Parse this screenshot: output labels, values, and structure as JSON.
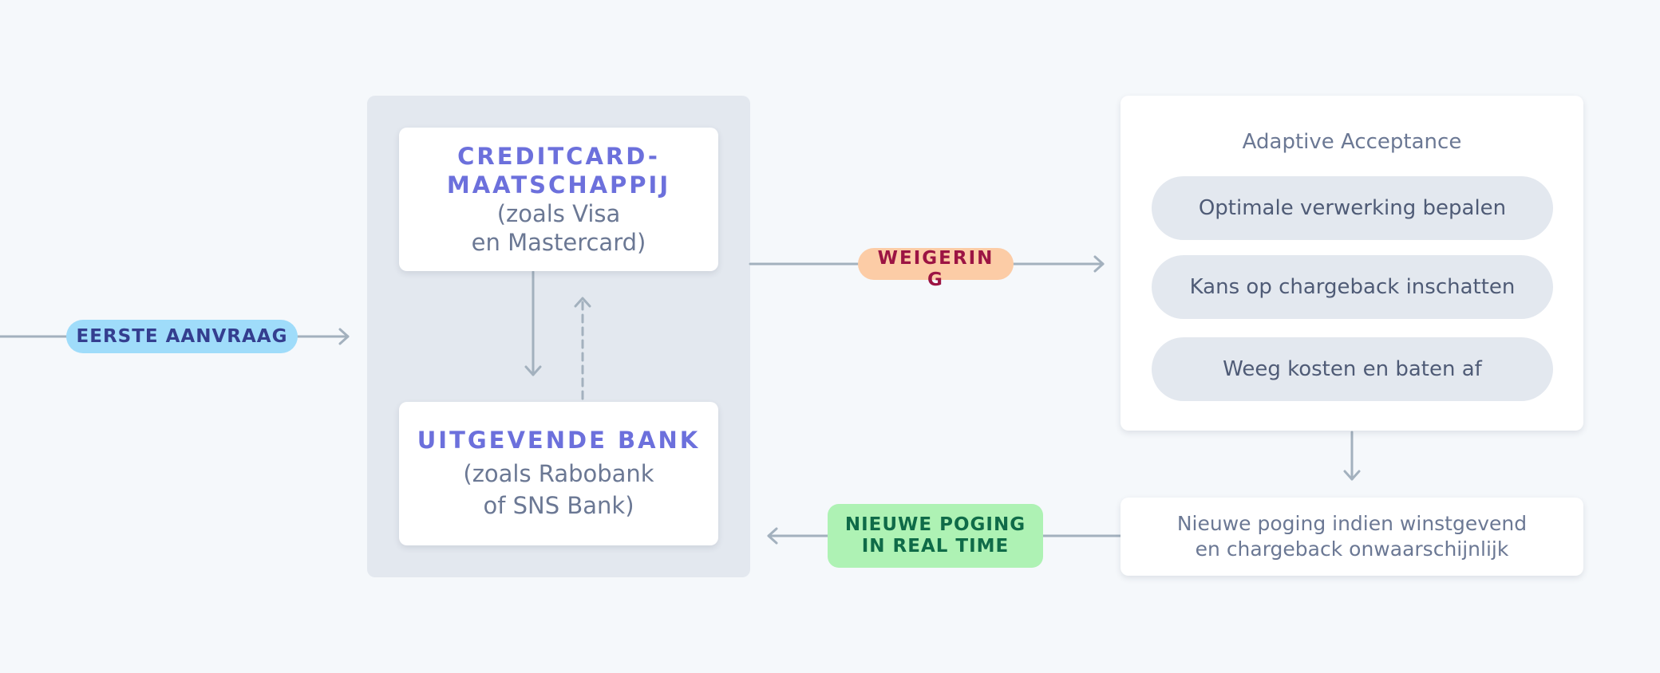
{
  "entry": {
    "label": "EERSTE AANVRAAG"
  },
  "credit_card": {
    "title_line1": "CREDITCARD-",
    "title_line2": "MAATSCHAPPIJ",
    "sub_line1": "(zoals Visa",
    "sub_line2": "en Mastercard)"
  },
  "issuing_bank": {
    "title": "UITGEVENDE BANK",
    "sub_line1": "(zoals Rabobank",
    "sub_line2": "of SNS Bank)"
  },
  "decline": {
    "line1": "WEIGERIN",
    "line2": "G"
  },
  "adaptive_acceptance": {
    "title": "Adaptive Acceptance",
    "steps": [
      "Optimale verwerking bepalen",
      "Kans op chargeback inschatten",
      "Weeg kosten en baten af"
    ]
  },
  "retry_condition": {
    "line1": "Nieuwe poging indien winstgevend",
    "line2": "en chargeback onwaarschijnlijk"
  },
  "retry": {
    "line1": "NIEUWE POGING",
    "line2": "IN REAL TIME"
  },
  "colors": {
    "background": "#f5f8fb",
    "connector": "#a3b1be",
    "entity_title": "#6c70dc",
    "entry_pill": "#9fdcfa",
    "decline_pill": "#fccca6",
    "retry_pill": "#aef2b4"
  }
}
